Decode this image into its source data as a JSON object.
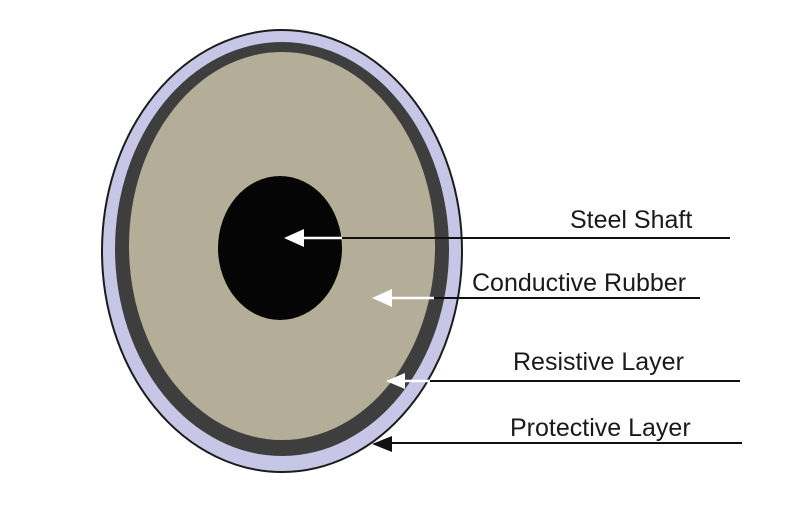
{
  "labels": {
    "steel_shaft": "Steel Shaft",
    "conductive_rubber": "Conductive Rubber",
    "resistive_layer": "Resistive Layer",
    "protective_layer": "Protective Layer"
  },
  "colors": {
    "background": "#ffffff",
    "protective_layer": "#c8c6e6",
    "resistive_layer": "#3e3e3e",
    "conductive_rubber": "#b4ae98",
    "steel_shaft": "#050505",
    "outline": "#1c1c1c",
    "leader_line": "#111111",
    "arrow_on_dark": "#ffffff"
  }
}
